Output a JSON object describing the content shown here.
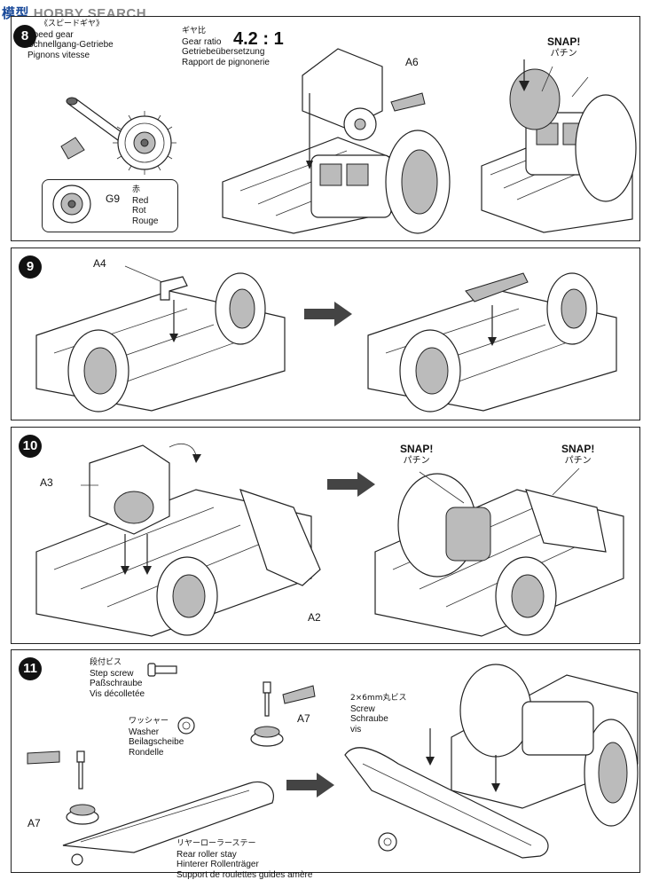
{
  "watermark": {
    "cn": "模型",
    "en": "HOBBY SEARCH"
  },
  "steps": [
    {
      "number": "8",
      "title": {
        "jp": "《スピードギヤ》",
        "en": "Speed gear",
        "de": "Schnellgang-Getriebe",
        "fr": "Pignons vitesse"
      },
      "ratio": {
        "jp": "ギヤ比",
        "en": "Gear ratio",
        "de": "Getriebeübersetzung",
        "fr": "Rapport de pignonerie",
        "value": "4.2 : 1"
      },
      "part_a6": "A6",
      "part_g9": "G9",
      "g9_color": {
        "jp": "赤",
        "en": "Red",
        "de": "Rot",
        "fr": "Rouge"
      },
      "snap": {
        "en": "SNAP!",
        "jp": "パチン"
      }
    },
    {
      "number": "9",
      "part_a4": "A4"
    },
    {
      "number": "10",
      "part_a3": "A3",
      "part_a2": "A2",
      "snap_left": {
        "en": "SNAP!",
        "jp": "パチン"
      },
      "snap_right": {
        "en": "SNAP!",
        "jp": "パチン"
      }
    },
    {
      "number": "11",
      "step_screw": {
        "jp": "段付ビス",
        "en": "Step screw",
        "de": "Paßschraube",
        "fr": "Vis décolletée"
      },
      "washer": {
        "jp": "ワッシャー",
        "en": "Washer",
        "de": "Beilagscheibe",
        "fr": "Rondelle"
      },
      "rear_stay": {
        "jp": "リヤーローラーステー",
        "en": "Rear roller stay",
        "de": "Hinterer Rollenträger",
        "fr": "Support de roulettes guides amère"
      },
      "screw": {
        "jp": "2×6mm丸ビス",
        "en": "Screw",
        "de": "Schraube",
        "fr": "vis"
      },
      "part_a7_top": "A7",
      "part_a7_left": "A7"
    }
  ]
}
